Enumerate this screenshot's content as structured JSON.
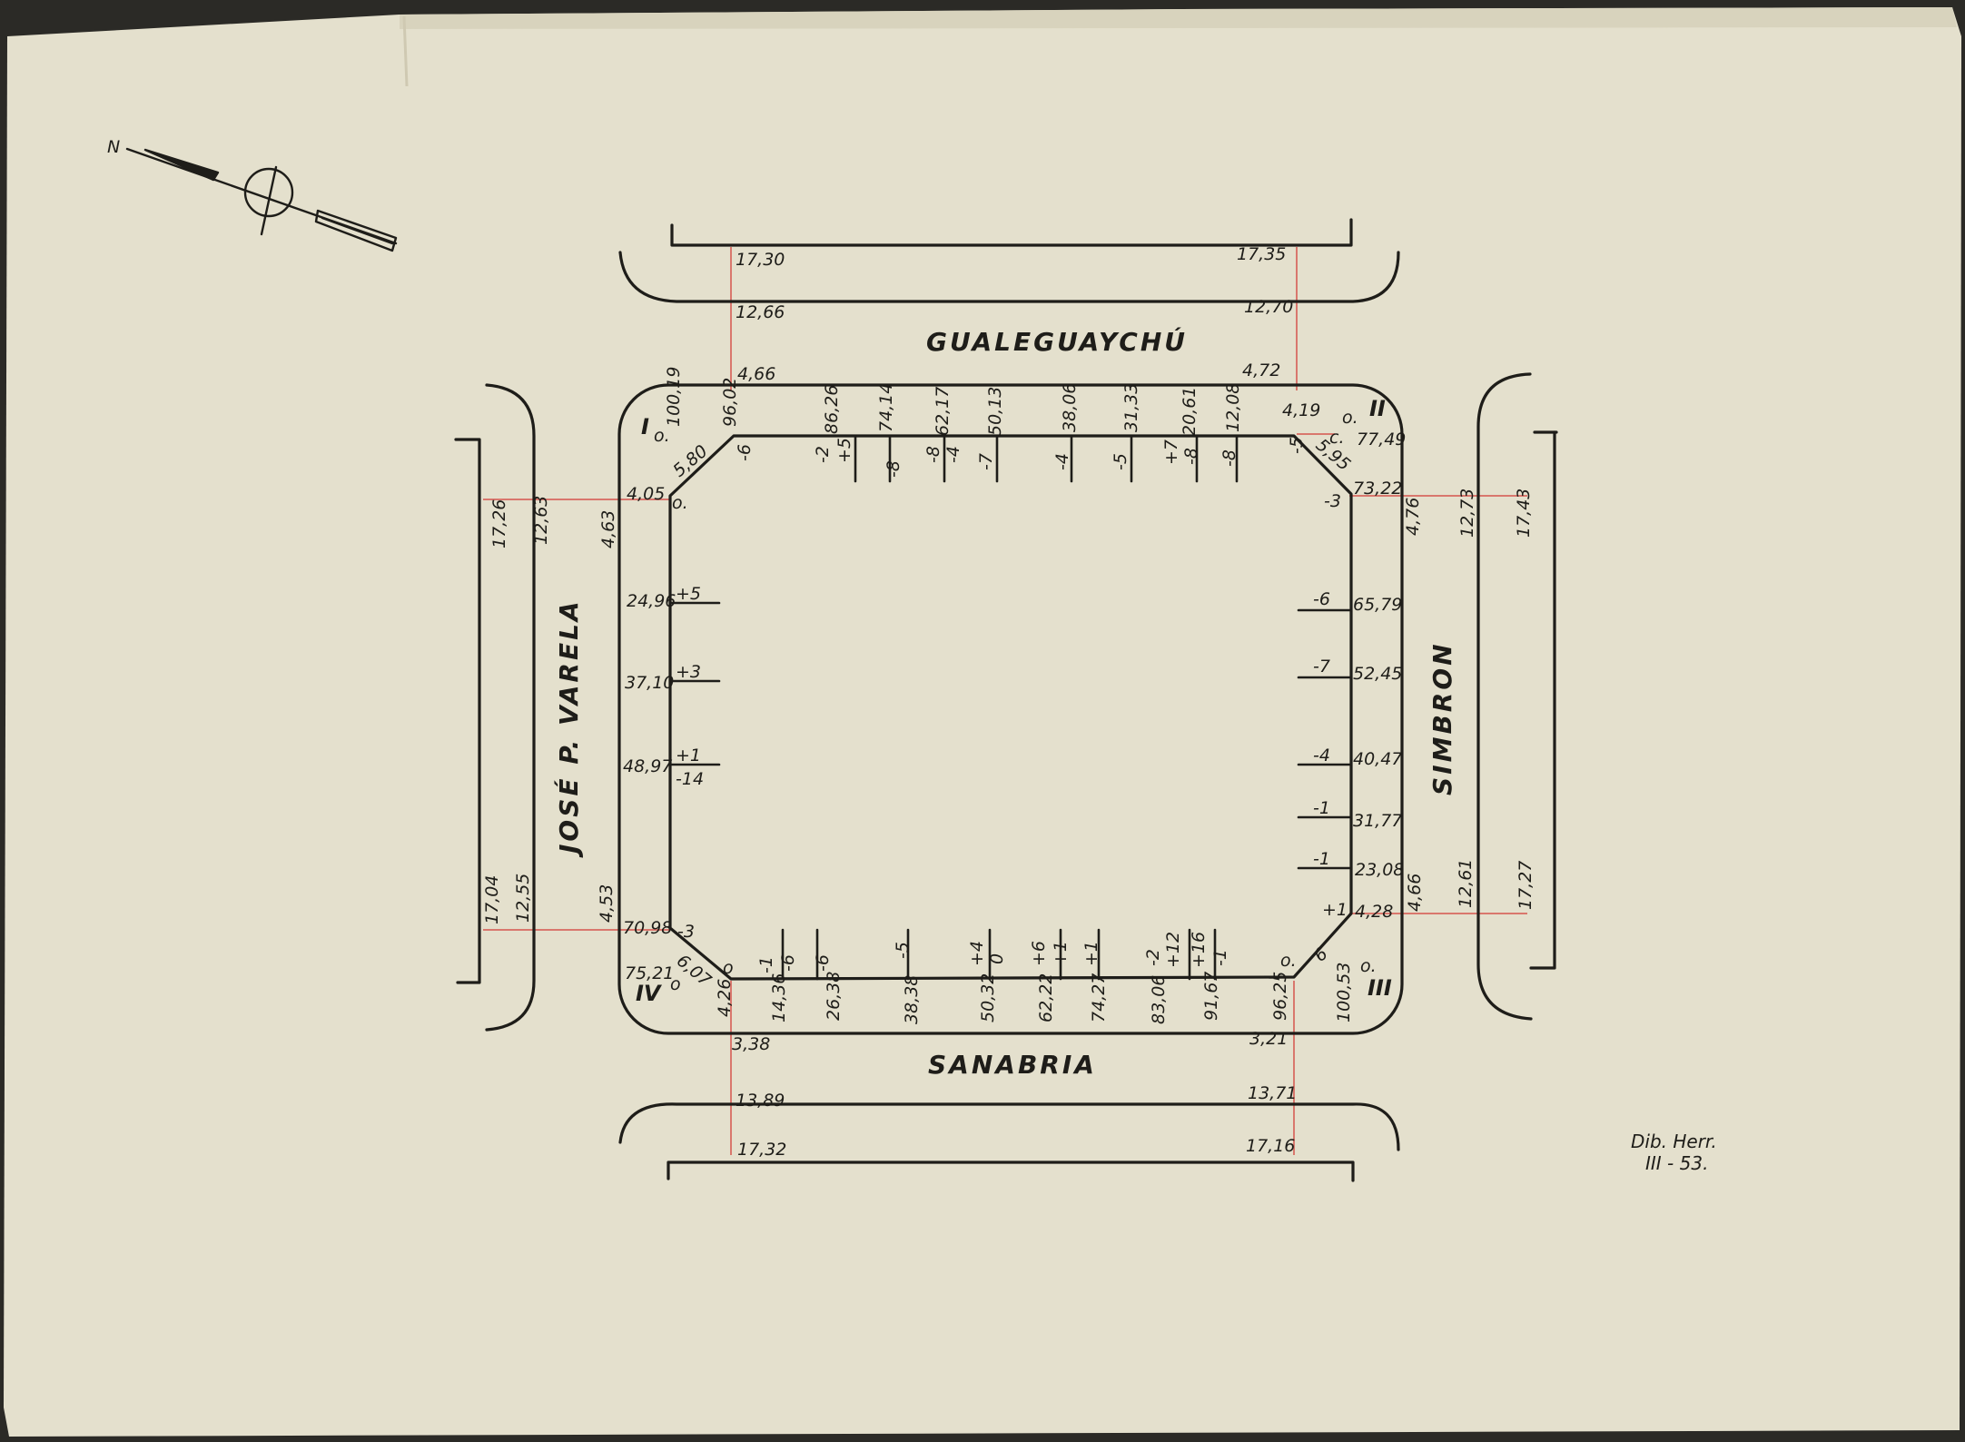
{
  "streets": {
    "top": "GUALEGUAYCHÚ",
    "bottom": "SANABRIA",
    "left": "JOSÉ P. VARELA",
    "right": "SIMBRON"
  },
  "north_label": "N",
  "corners": {
    "c1": "I",
    "c2": "II",
    "c3": "III",
    "c4": "IV"
  },
  "sidewalks": {
    "top_left": [
      "17,30",
      "12,66",
      "4,66"
    ],
    "top_right": [
      "17,35",
      "12,70",
      "4,72"
    ],
    "bottom_left": [
      "3,38",
      "13,89",
      "17,32"
    ],
    "bottom_right": [
      "3,21",
      "13,71",
      "17,16"
    ],
    "left_top": [
      "17,26",
      "12,63",
      "4,63"
    ],
    "left_bottom": [
      "17,04",
      "12,55",
      "4,53"
    ],
    "right_top": [
      "4,76",
      "12,73",
      "17,43"
    ],
    "right_bottom": [
      "4,66",
      "12,61",
      "17,27"
    ]
  },
  "top_edge": {
    "distances": [
      "100,19",
      "96,02",
      "86,26",
      "74,14",
      "62,17",
      "50,13",
      "38,06",
      "31,33",
      "20,61",
      "12,08",
      "4,19"
    ],
    "levels": [
      "-6",
      "-2",
      "+5",
      "-8",
      "-8",
      "-4",
      "-7",
      "-4",
      "-5",
      "+7",
      "-8",
      "-8",
      "-5"
    ]
  },
  "bottom_edge": {
    "distances": [
      "4,26",
      "14,36",
      "26,38",
      "38,38",
      "50,32",
      "62,22",
      "74,27",
      "83,06",
      "91,67",
      "96,25",
      "100,53"
    ],
    "levels": [
      "-1",
      "-6",
      "-6",
      "-5",
      "+4",
      "0",
      "+6",
      "+1",
      "+1",
      "-2",
      "+12",
      "+16",
      "-1"
    ]
  },
  "left_edge": {
    "distances": [
      "4,05",
      "24,96",
      "37,10",
      "48,97",
      "70,98",
      "75,21"
    ],
    "levels": [
      "+5",
      "+3",
      "+1",
      "-14",
      "-3"
    ]
  },
  "right_edge": {
    "distances": [
      "77,49",
      "73,22",
      "65,79",
      "52,45",
      "40,47",
      "31,77",
      "23,08",
      "4,28"
    ],
    "levels": [
      "-3",
      "-6",
      "-7",
      "-4",
      "-1",
      "-1",
      "+1"
    ]
  },
  "chamfers": {
    "c1": "5,80",
    "c2": "5,95",
    "c3": "6",
    "c4": "6,07"
  },
  "zero_marks": [
    "o.",
    "o.",
    "o.",
    "c.",
    "o.",
    "o.",
    "o",
    "o"
  ],
  "signature": {
    "line1": "Dib. Herr.",
    "line2": "III - 53."
  }
}
